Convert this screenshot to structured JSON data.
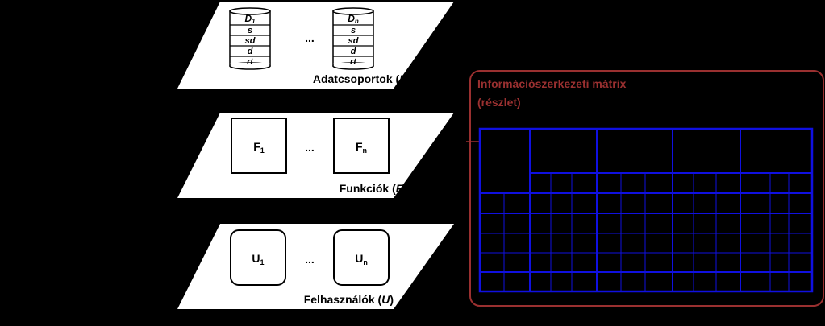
{
  "layers": {
    "data": {
      "label": "Adatcsoportok",
      "symbol": "D",
      "first": {
        "title": "D",
        "sub": "1"
      },
      "last": {
        "title": "D",
        "sub": "n"
      },
      "ellipsis": "...",
      "fields": [
        "s",
        "sd",
        "d",
        "rt"
      ]
    },
    "functions": {
      "label": "Funkciók",
      "symbol": "F",
      "first": {
        "title": "F",
        "sub": "1"
      },
      "last": {
        "title": "F",
        "sub": "n"
      },
      "ellipsis": "..."
    },
    "users": {
      "label": "Felhasználók",
      "symbol": "U",
      "first": {
        "title": "U",
        "sub": "1"
      },
      "last": {
        "title": "U",
        "sub": "n"
      },
      "ellipsis": "..."
    }
  },
  "matrix": {
    "title_line1": "Információszerkezeti mátrix",
    "title_line2": "(részlet)",
    "border_color": "#9a3030",
    "grid_color": "#1010e0"
  }
}
